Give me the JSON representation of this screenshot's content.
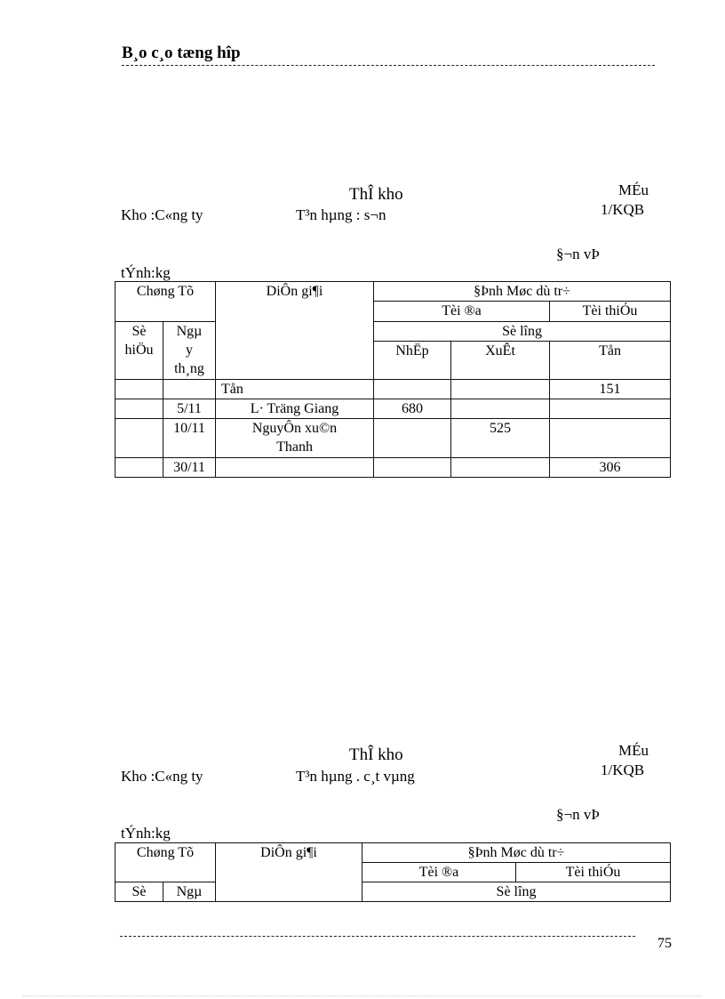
{
  "header": {
    "title": "B¸o c¸o tæng hîp"
  },
  "cards": [
    {
      "title": "ThÎ kho",
      "form_code_line1": "MÉu",
      "form_code_line2": "1/KQB",
      "warehouse": "Kho :C«ng ty",
      "product": "T³n hµng : s¬n",
      "unit_label": "§¬n vÞ",
      "unit_value": "tÝnh:kg",
      "table": {
        "headers": {
          "voucher": "Chøng Tõ",
          "description": "DiÔn gi¶i",
          "reserve_level": "§Þnh Møc dù tr÷",
          "max": "Tèi ®a",
          "min": "Tèi thiÓu",
          "quantity": "Sè l­îng",
          "number": "Sè hiÖu",
          "number_l1": "Sè",
          "number_l2": "hiÖu",
          "date_l1": "Ngµ",
          "date_l2": "y",
          "date_l3": "th¸ng",
          "import": "NhËp",
          "export": "XuÊt",
          "stock": "Tån"
        },
        "rows": [
          {
            "number": "",
            "date": "",
            "description": "Tån",
            "import": "",
            "export": "",
            "stock": "151"
          },
          {
            "number": "",
            "date": "5/11",
            "description": "L· Träng  Giang",
            "import": "680",
            "export": "",
            "stock": ""
          },
          {
            "number": "",
            "date": "10/11",
            "description_l1": "NguyÔn xu©n",
            "description_l2": "Thanh",
            "import": "",
            "export": "525",
            "stock": ""
          },
          {
            "number": "",
            "date": "30/11",
            "description": "",
            "import": "",
            "export": "",
            "stock": "306"
          }
        ]
      }
    },
    {
      "title": "ThÎ kho",
      "form_code_line1": "MÉu",
      "form_code_line2": "1/KQB",
      "warehouse": "Kho :C«ng ty",
      "product": "T³n hµng . c¸t vµng",
      "unit_label": "§¬n vÞ",
      "unit_value": "tÝnh:kg",
      "table": {
        "headers": {
          "voucher": "Chøng Tõ",
          "description": "DiÔn gi¶i",
          "reserve_level": "§Þnh Møc dù tr÷",
          "max": "Tèi ®a",
          "min": "Tèi thiÓu",
          "quantity": "Sè l­îng",
          "number_l1": "Sè",
          "date_l1": "Ngµ"
        }
      }
    }
  ],
  "footer": {
    "page_number": "75"
  }
}
